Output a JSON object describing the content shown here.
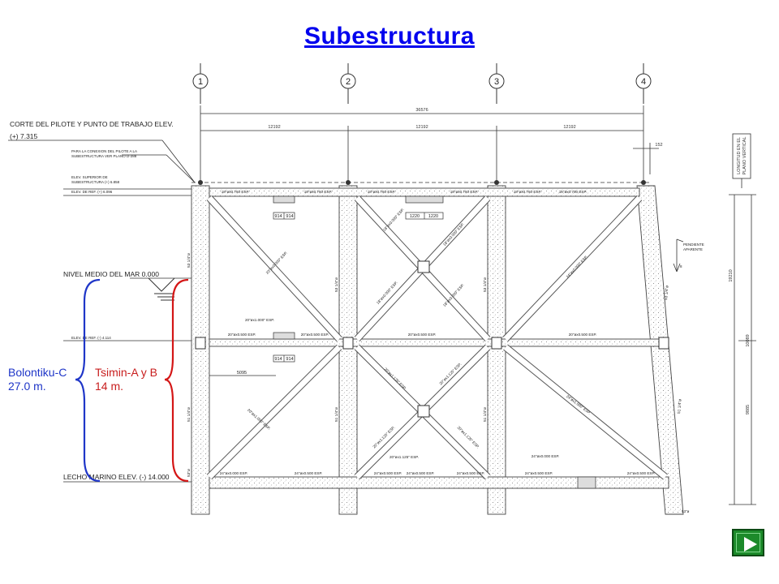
{
  "title": "Subestructura",
  "grid_axes": [
    "1",
    "2",
    "3",
    "4"
  ],
  "dimensions": {
    "overall": "36576",
    "bays": [
      "12192",
      "12192",
      "12192"
    ],
    "offset": "152",
    "height_total": "19210",
    "height_upper": "10089",
    "height_lower": "9885",
    "panel_1": "5095",
    "detail_a": [
      "914",
      "914"
    ],
    "detail_b": [
      "1220",
      "1220"
    ],
    "detail_c": [
      "914",
      "914"
    ]
  },
  "notes": {
    "pile_cut": "CORTE DEL PILOTE Y PUNTO DE TRABAJO ELEV.",
    "pile_cut_value": "(+) 7.315",
    "connection_note_1": "PARA LA CONEXION DEL PILOTE A LA",
    "connection_note_2": "SUBESTRUCTURA VER PLANO D-288",
    "elev_sup_1": "ELEV. SUPERIOR DE",
    "elev_sup_2": "SUBESTRUCTURA (+) 6.858",
    "elev_ref_top": "ELEV. DE REF. (+) 6.096",
    "sea_level": "NIVEL MEDIO DEL MAR 0.000",
    "elev_ref_mid": "ELEV. DE REF. (-) 4.114",
    "seabed": "LECHO MARINO ELEV. (-) 14.000",
    "slope_1": "PENDIENTE",
    "slope_2": "APARENTE",
    "length_1": "LONGITUD EN EL",
    "length_2": "PLANO VERTICAL",
    "leg": "53 1/4\"ø",
    "leg_lower": "51 1/4\"ø",
    "leg_base": "53\"ø",
    "slope_value": "8"
  },
  "members": {
    "top_1": "18\"øx0.750 ESP.",
    "top_2": "18\"øx0.750 ESP.",
    "top_3": "18\"øx0.750 ESP.",
    "top_4": "18\"øx0.750 ESP.",
    "top_5": "18\"øx0.750 ESP.",
    "top_6": "18\"øx0.750 ESP.",
    "diag_1": "20\"øx0.000\" ESP.",
    "diag_2": "18\"øx0.000\" ESP.",
    "diag_3": "24\"øx0.000\" ESP.",
    "mid_1": "20\"øx1.000\" ESP.",
    "mid_2": "20\"øx0.500 ESP.",
    "mid_3": "20\"øx0.500 ESP.",
    "mid_4": "20\"øx0.500 ESP.",
    "mid_5": "20\"øx0.500 ESP.",
    "low_diag_1": "20\"øx1.000\" ESP.",
    "low_diag_2": "20\"øx1.125\" ESP.",
    "low_diag_3": "24\"øx1.000\" ESP.",
    "bot_1": "24\"øx0.000 ESP.",
    "bot_2": "24\"øx0.500 ESP.",
    "bot_3": "24\"øx0.500 ESP.",
    "bot_4": "24\"øx0.500 ESP.",
    "bot_5": "24\"øx0.500 ESP.",
    "bot_6": "24\"øx0.500 ESP.",
    "bot_7": "24\"øx0.000 ESP.",
    "bot_8": "24\"øx0.500 ESP."
  },
  "annotations": {
    "bolontiku_name": "Bolontiku-C",
    "bolontiku_depth": "27.0 m.",
    "tsimin_name": "Tsimin-A y B",
    "tsimin_depth": "14 m."
  },
  "colors": {
    "title": "#0000ee",
    "bolontiku": "#1f36c8",
    "tsimin": "#c81e1e",
    "nav_button": "#1c8a2a"
  },
  "nav": {
    "icon": "play-next-icon"
  }
}
